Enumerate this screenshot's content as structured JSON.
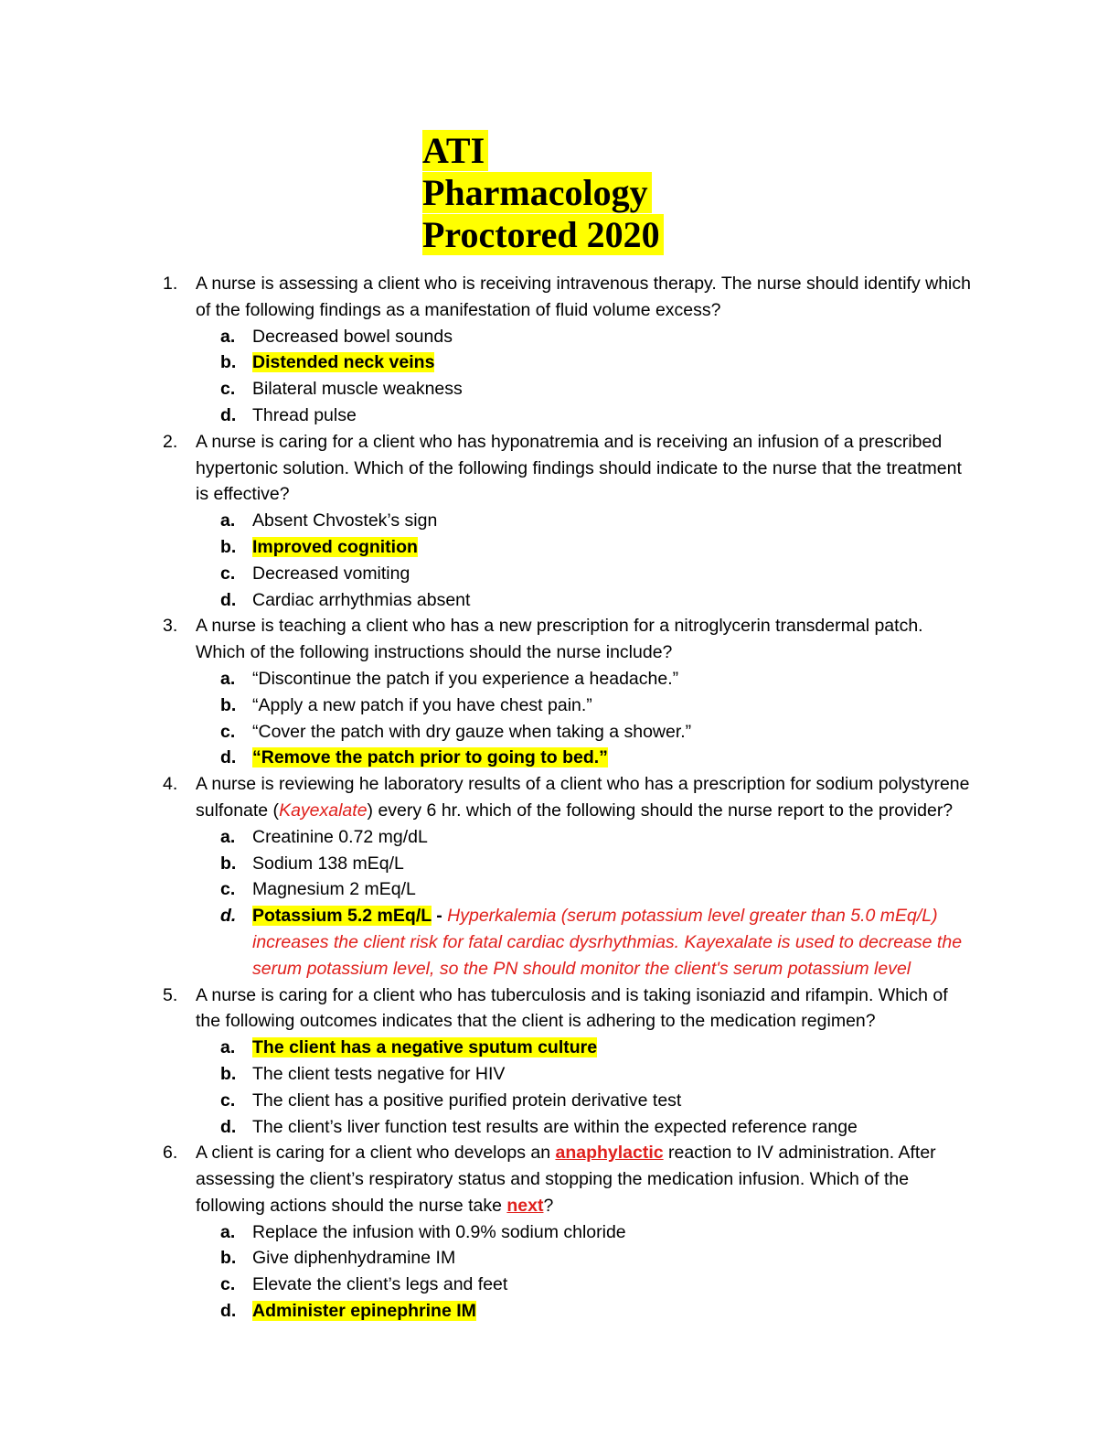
{
  "title": {
    "line1": "ATI",
    "line2": "Pharmacology",
    "line3": "Proctored  2020"
  },
  "questions": [
    {
      "number": "1.",
      "text": "A nurse is assessing a client who is receiving intravenous therapy. The nurse should identify which of the following findings as a manifestation of fluid volume excess?",
      "options": [
        {
          "letter": "a.",
          "text": "Decreased bowel sounds"
        },
        {
          "letter": "b.",
          "text": "Distended neck veins"
        },
        {
          "letter": "c.",
          "text": "Bilateral muscle weakness"
        },
        {
          "letter": "d.",
          "text": "Thread pulse"
        }
      ]
    },
    {
      "number": "2.",
      "text": "A nurse is caring for a client who has hyponatremia and is receiving an infusion of a prescribed hypertonic solution. Which of the following findings should indicate to the nurse that the treatment is effective?",
      "options": [
        {
          "letter": "a.",
          "text": "Absent Chvostek’s sign"
        },
        {
          "letter": "b.",
          "text": "Improved cognition"
        },
        {
          "letter": "c.",
          "text": "Decreased vomiting"
        },
        {
          "letter": "d.",
          "text": "Cardiac arrhythmias absent"
        }
      ]
    },
    {
      "number": "3.",
      "text": "A nurse is teaching a client who has a new prescription for a nitroglycerin transdermal patch. Which of the following instructions should the nurse include?",
      "options": [
        {
          "letter": "a.",
          "text": "“Discontinue the patch if you experience a headache.”"
        },
        {
          "letter": "b.",
          "text": "“Apply a new patch if you have chest pain.”"
        },
        {
          "letter": "c.",
          "text": "“Cover the patch with dry gauze when taking a shower.”"
        },
        {
          "letter": "d.",
          "text": "“Remove the patch prior to going to bed.”"
        }
      ]
    },
    {
      "number": "4.",
      "text_before": "A nurse is reviewing he laboratory results of a client who has a prescription for sodium polystyrene sulfonate (",
      "drug": "Kayexalate",
      "text_after": ") every 6 hr. which of the following should the nurse report to the provider?",
      "options": [
        {
          "letter": "a.",
          "text": "Creatinine 0.72 mg/dL"
        },
        {
          "letter": "b.",
          "text": "Sodium 138 mEq/L"
        },
        {
          "letter": "c.",
          "text": "Magnesium 2 mEq/L"
        },
        {
          "letter": "d.",
          "text": "Potassium 5.2 mEq/L",
          "separator": " - ",
          "rationale": "Hyperkalemia (serum potassium level greater than 5.0 mEq/L) increases the client risk for fatal cardiac dysrhythmias. Kayexalate is used to decrease the serum potassium level, so the PN should monitor the client's serum potassium level"
        }
      ]
    },
    {
      "number": "5.",
      "text": "A nurse is caring for a client who has tuberculosis and is taking isoniazid and rifampin. Which of the following outcomes indicates that the client is adhering to the medication regimen?",
      "options": [
        {
          "letter": "a.",
          "text": "The client has a negative sputum culture"
        },
        {
          "letter": "b.",
          "text": "The client tests negative for HIV"
        },
        {
          "letter": "c.",
          "text": "The client has a positive purified protein derivative test"
        },
        {
          "letter": "d.",
          "text": "The client’s liver function test results are within the expected reference range"
        }
      ]
    },
    {
      "number": "6.",
      "text_before": "A client is caring for a client who develops an ",
      "keyword1": "anaphylactic",
      "text_middle": " reaction to IV administration. After assessing the client’s respiratory status and stopping the medication infusion. Which of the following actions should the nurse take ",
      "keyword2": "next",
      "text_after": "?",
      "options": [
        {
          "letter": "a.",
          "text": "Replace the infusion with 0.9% sodium chloride"
        },
        {
          "letter": "b.",
          "text": "Give diphenhydramine IM"
        },
        {
          "letter": "c.",
          "text": "Elevate the client’s legs and feet"
        },
        {
          "letter": "d.",
          "text": "Administer epinephrine IM"
        }
      ]
    }
  ],
  "colors": {
    "highlight": "#ffff00",
    "rationale_red": "#e0201c",
    "text": "#000000"
  }
}
